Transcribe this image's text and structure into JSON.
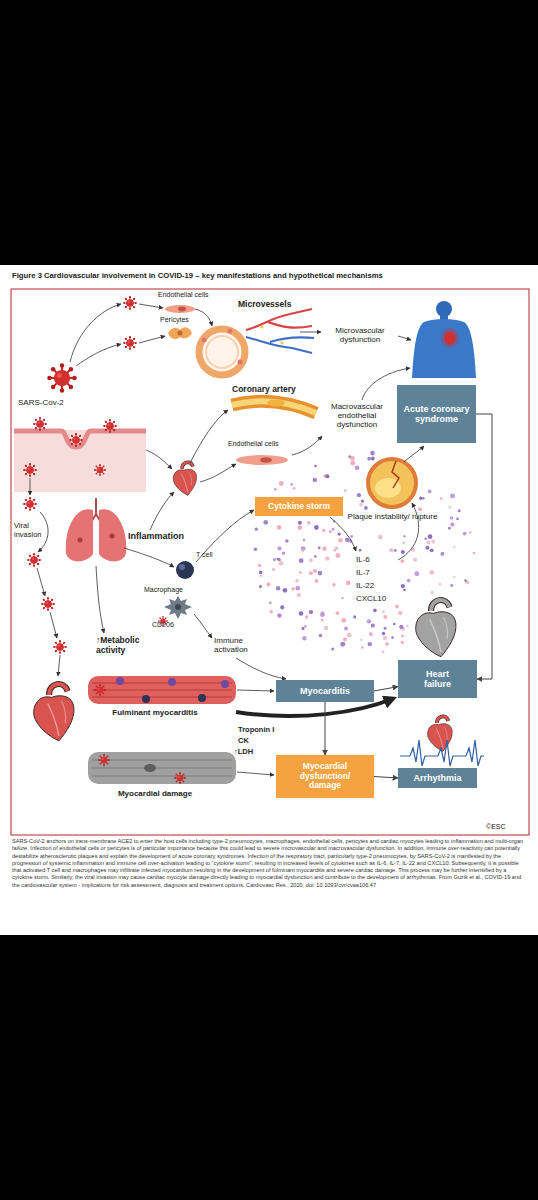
{
  "diagram": {
    "title": "Figure 3 Cardiovascular involvement in COVID-19 – key manifestations and hypothetical mechanisms",
    "caption": "SARS-CoV-2 anchors on trans-membrane ACE2 to enter the host cells including type-2 pneumocytes, macrophages, endothelial cells, pericytes and cardiac myocytes leading to inflammation and multi-organ failure. Infection of endothelial cells or pericytes is of particular importance because this could lead to severe microvascular and macrovascular dysfunction. In addition, immune over-reactivity can potentially destabilize atherosclerotic plaques and explain the development of acute coronary syndromes. Infection of the respiratory tract, particularly type-2 pneumocytes, by SARS-CoV-2 is manifested by the progression of systemic inflammation and immune cell over-activation leading to “cytokine storm”, resulting in increased levels of cytokines such as IL-6, IL-7, IL-22 and CXCL10. Subsequently, it is possible that activated T cell and macrophages may infiltrate infected myocardium resulting in the development of fulminant myocarditis and severe cardiac damage. This process may be further intensified by a cytokine storm. Similarly, the viral invasion may cause cardiac myocyte damage directly leading to myocardial dysfunction and contribute to the development of arrhythmias. From Guzik et al., COVID-19 and the cardiovascular system - implications for risk assessment, diagnosis and treatment options. Cardiovasc Res., 2020, doi: 10.1093/cvr/cvaa106.47",
    "nodes": [
      {
        "text": [
          "Acute coronary syndrome"
        ]
      },
      {
        "text": [
          "Cytokine storm"
        ]
      },
      {
        "text": [
          "Heart failure"
        ]
      },
      {
        "text": [
          "Myocarditis"
        ]
      },
      {
        "text": [
          "Myocardial dysfunction/ damage"
        ]
      },
      {
        "text": [
          "Arrhythmia"
        ]
      }
    ],
    "edges": [
      {
        "from": 3,
        "to": 2,
        "arrow": "to"
      },
      {
        "from": 3,
        "to": 4,
        "arrow": "to"
      },
      {
        "from": 4,
        "to": 5,
        "arrow": "to"
      },
      {
        "from": 0,
        "to": 2,
        "arrow": "to"
      }
    ],
    "labels": [
      "Endothelial cells",
      "Microvessels",
      "Pericytes",
      "Microvascular dysfunction",
      "SARS-Cov-2",
      "Coronary artery",
      "Macrovascular endothelial dysfunction",
      "Endothelial cells",
      "Plaque instability/ rupture",
      "Viral invasion",
      "Inflammation",
      "T cell",
      "IL-6",
      "IL-7",
      "IL-22",
      "CXCL10",
      "Macrophage",
      "CD206",
      "↑Metabolic activity",
      "Immune activation",
      "Fulminant myocarditis",
      "Troponin I",
      "CK",
      "↑LDH",
      "Myocardial damage",
      "©ESC"
    ]
  }
}
